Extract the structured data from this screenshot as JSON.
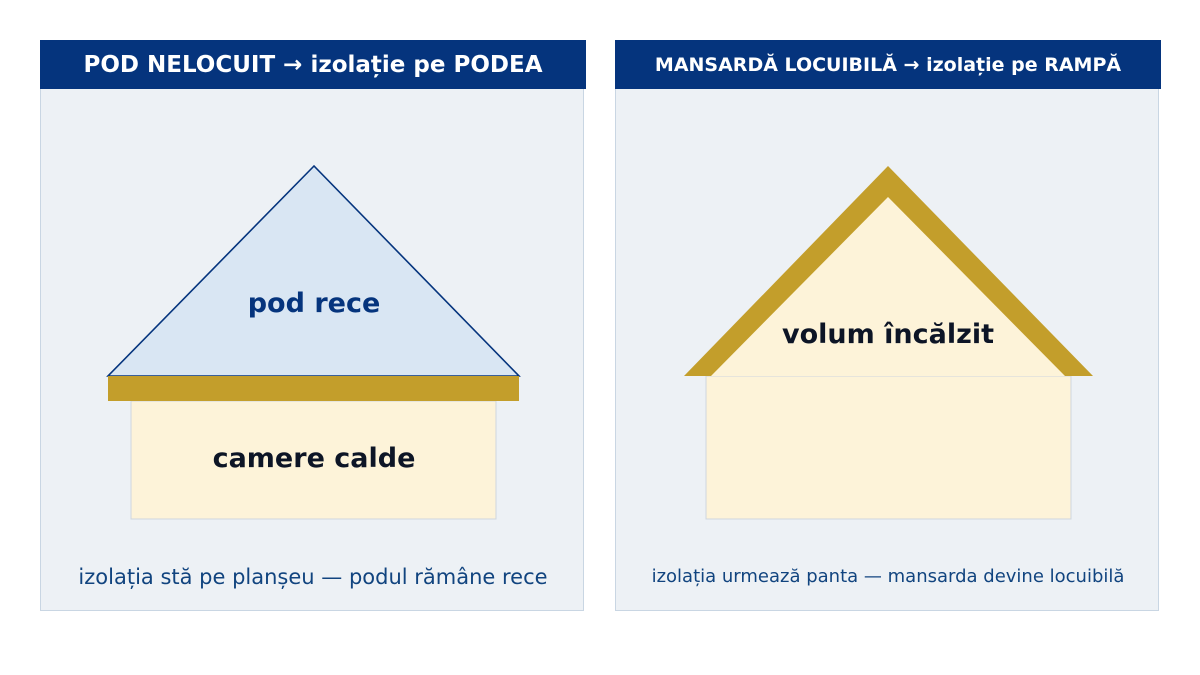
{
  "left_panel": {
    "title": "POD NELOCUIT → izolație pe PODEA",
    "roof_label": "pod rece",
    "room_label": "camere calde",
    "caption": "izolația stă pe planșeu — podul rămâne rece"
  },
  "right_panel": {
    "title": "MANSARDĂ LOCUIBILĂ → izolație pe RAMPĂ",
    "volume_label": "volum încălzit",
    "caption": "izolația urmează panta — mansarda devine locuibilă"
  },
  "colors": {
    "header_bg": "#05347d",
    "panel_bg": "#edf1f5",
    "insulation": "#c39e2b",
    "warm_fill": "#fdf3d9",
    "cold_fill": "#d9e6f3",
    "outline": "#05347d"
  }
}
